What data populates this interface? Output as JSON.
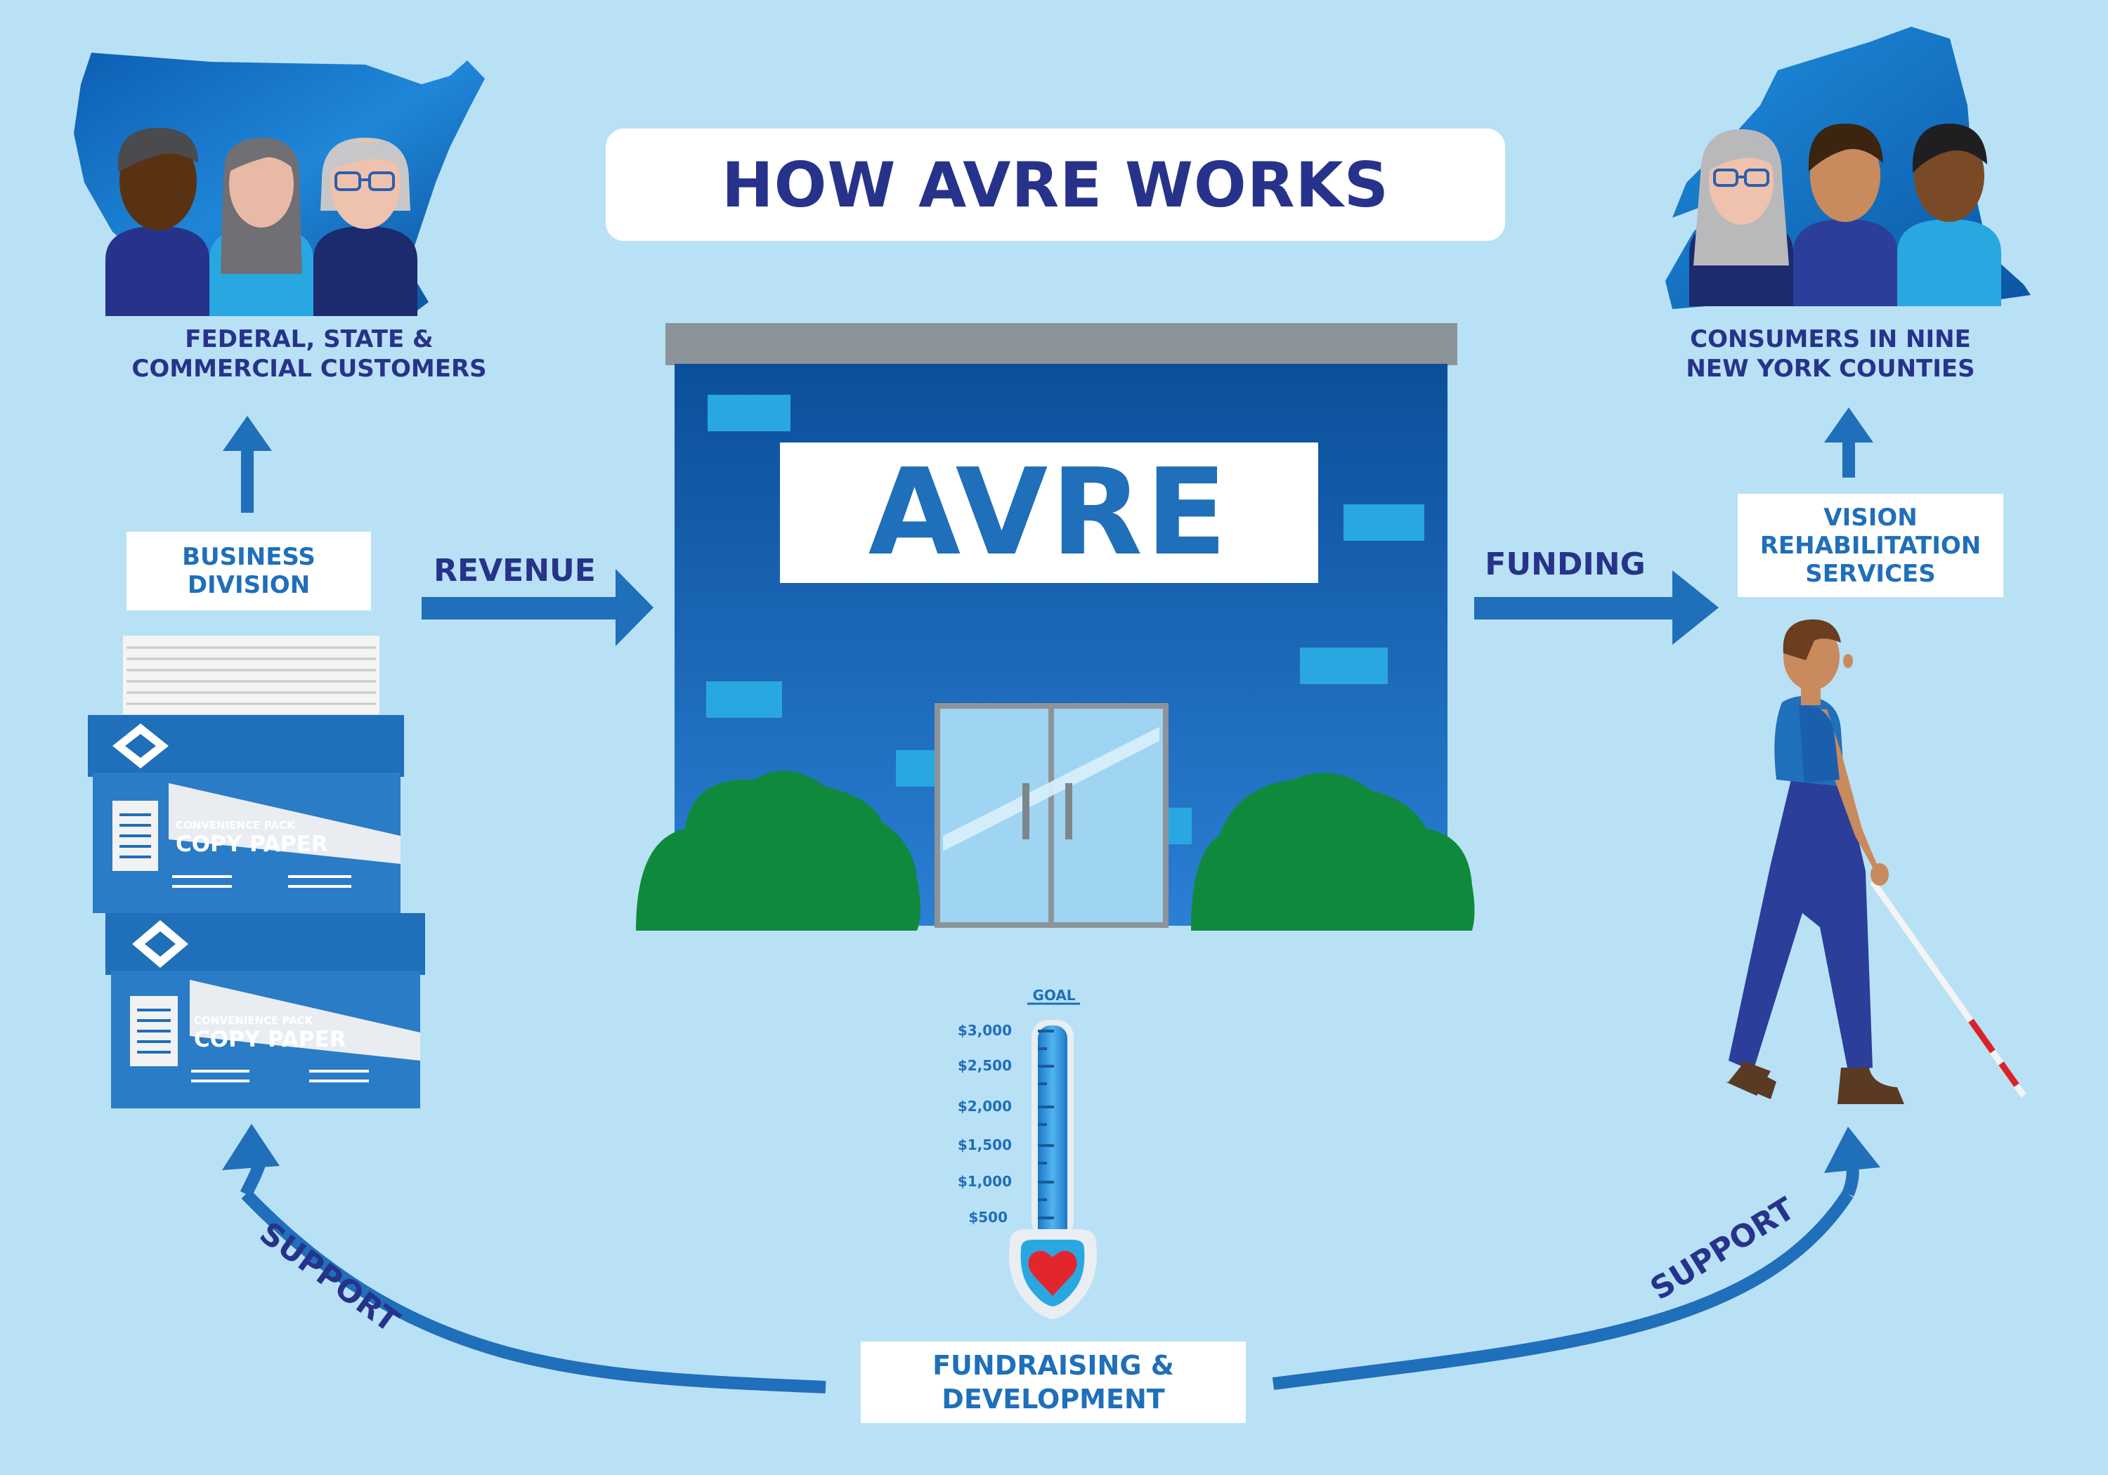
{
  "title": "HOW AVRE WORKS",
  "building_sign": "AVRE",
  "customers_caption": [
    "FEDERAL, STATE &",
    "COMMERCIAL CUSTOMERS"
  ],
  "consumers_caption": [
    "CONSUMERS IN NINE",
    "NEW YORK COUNTIES"
  ],
  "business_division": [
    "BUSINESS",
    "DIVISION"
  ],
  "vision_rehab": [
    "VISION",
    "REHABILITATION",
    "SERVICES"
  ],
  "revenue_label": "REVENUE",
  "funding_label": "FUNDING",
  "fundraising": [
    "FUNDRAISING &",
    "DEVELOPMENT"
  ],
  "support_left": "SUPPORT",
  "support_right": "SUPPORT",
  "paper_package": {
    "brand_line": "CONVENIENCE PACK",
    "product_line": "COPY PAPER"
  },
  "thermometer": {
    "goal_label": "GOAL",
    "scale": [
      "$3,000",
      "$2,500",
      "$2,000",
      "$1,500",
      "$1,000",
      "$500"
    ]
  },
  "colors": {
    "background": "#b9e1f6",
    "navy": "#27338a",
    "blue": "#1f6fba",
    "building_top": "#0b4f9a",
    "building_bottom": "#2b7fd4",
    "roof": "#8c9499",
    "bush": "#1a8a3a",
    "light_blue": "#29a7e1"
  }
}
